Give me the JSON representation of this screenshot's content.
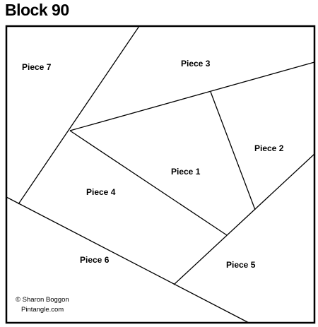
{
  "title": "Block 90",
  "pieces": [
    {
      "id": "piece-7",
      "label": "Piece 7"
    },
    {
      "id": "piece-3",
      "label": "Piece 3"
    },
    {
      "id": "piece-2",
      "label": "Piece 2"
    },
    {
      "id": "piece-1",
      "label": "Piece 1"
    },
    {
      "id": "piece-4",
      "label": "Piece 4"
    },
    {
      "id": "piece-6",
      "label": "Piece 6"
    },
    {
      "id": "piece-5",
      "label": "Piece 5"
    }
  ],
  "credit": {
    "line1": "© Sharon Boggon",
    "line2": "Pintangle.com"
  }
}
